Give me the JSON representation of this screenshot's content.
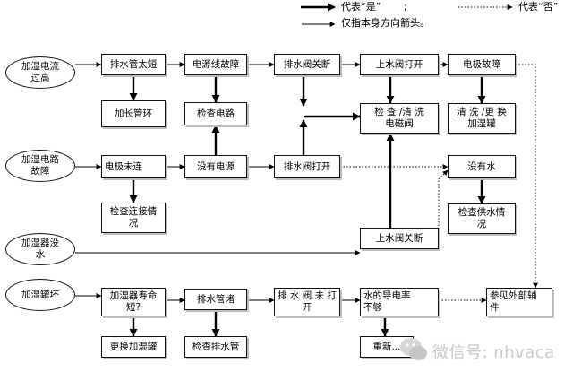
{
  "legend": {
    "solid_label": "代表“是”",
    "separator": ";",
    "dotted_label": "代表“否”",
    "note_label": "仅指本身方向箭头。"
  },
  "row1": {
    "start": "加湿电流\n过高",
    "b1": "排水管太短",
    "b2": "电源线故障",
    "b3": "排水阀关断",
    "b4": "上水阀打开",
    "b5": "电极故障",
    "c1": "加长管环",
    "c2": "检查电路",
    "c4": "检 查 /清 洗\n电磁阀",
    "c5": "清 洗 /更 换\n加湿罐"
  },
  "row2": {
    "start": "加湿电路\n故障",
    "b1": "电极未连",
    "b2": "没有电源",
    "b3": "排水阀打开",
    "b5": "没有水",
    "c1": "检查连接情\n况",
    "c5": "检查供水情\n况"
  },
  "row3": {
    "start": "加湿器没\n水",
    "b4": "上水阀关断"
  },
  "row4": {
    "start": "加湿罐坏",
    "b1": "加湿器寿命\n短?",
    "b2": "排水管堵",
    "b3": "排 水 阀 未 打\n开",
    "b4": "水的导电率\n不够",
    "b5": "参见外部辅\n件",
    "c1": "更换加湿罐",
    "c2": "检查排水管",
    "c4": "重新..."
  },
  "watermark": {
    "text": "微信号: nhvaca"
  },
  "colors": {
    "line": "#000000",
    "shadow": "#bdbdbd",
    "watermark": "#c9c9c9"
  }
}
